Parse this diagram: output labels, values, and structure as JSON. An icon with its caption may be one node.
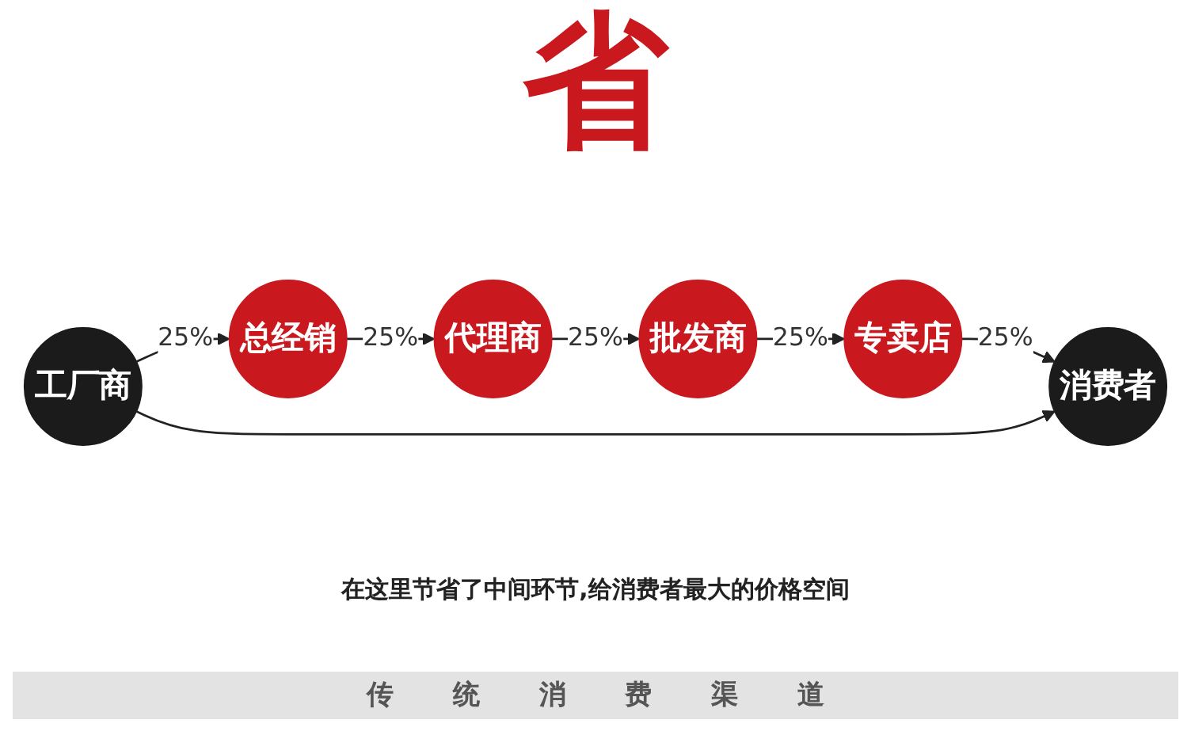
{
  "diagram": {
    "caption": "传统消费渠道",
    "nodes": [
      {
        "text": [
          "工厂商"
        ]
      },
      {
        "text": [
          "总经销"
        ]
      },
      {
        "text": [
          "代理商"
        ]
      },
      {
        "text": [
          "批发商"
        ]
      },
      {
        "text": [
          "专卖店"
        ]
      },
      {
        "text": [
          "消费者"
        ]
      }
    ],
    "edges": [
      {
        "from": 0,
        "to": 1,
        "arrow": "to",
        "label": "25%"
      },
      {
        "from": 1,
        "to": 2,
        "arrow": "to",
        "label": "25%"
      },
      {
        "from": 2,
        "to": 3,
        "arrow": "to",
        "label": "25%"
      },
      {
        "from": 3,
        "to": 4,
        "arrow": "to",
        "label": "25%"
      },
      {
        "from": 4,
        "to": 5,
        "arrow": "to",
        "label": "25%"
      },
      {
        "from": 0,
        "to": 5,
        "arrow": "to"
      }
    ],
    "labels": [
      "省",
      "在这里节省了中间环节,给消费者最大的价格空间"
    ]
  }
}
